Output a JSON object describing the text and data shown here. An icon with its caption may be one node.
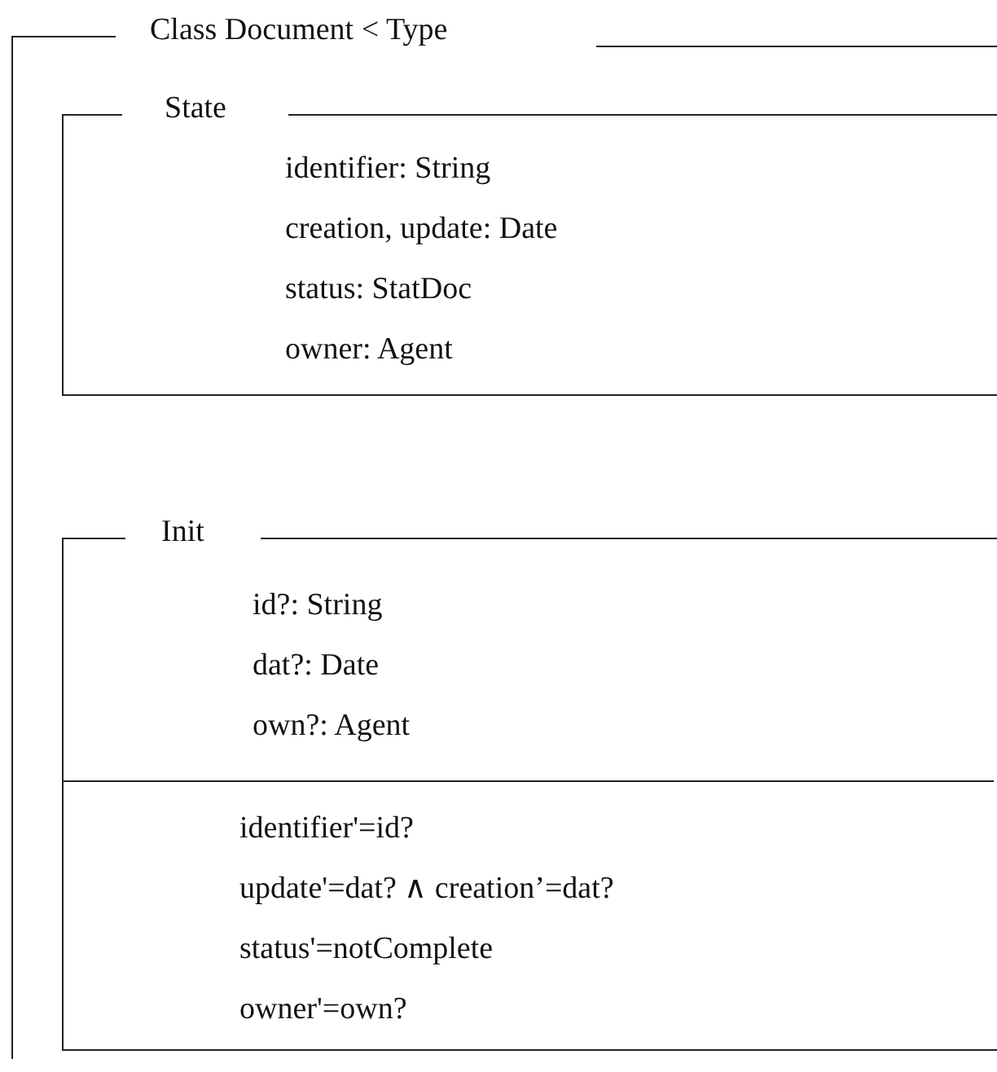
{
  "diagram": {
    "nodes": [
      {
        "text": [
          "Class Document < Type"
        ]
      },
      {
        "text": [
          "State",
          "identifier: String",
          "creation, update: Date",
          "status: StatDoc",
          "owner: Agent"
        ],
        "in": 0
      },
      {
        "text": [
          "Init",
          "id?: String",
          "dat?: Date",
          "own?: Agent",
          "identifier'=id?",
          "update'=dat? ∧ creation’=dat?",
          "status'=notComplete",
          "owner'=own?"
        ],
        "in": 0
      }
    ]
  }
}
